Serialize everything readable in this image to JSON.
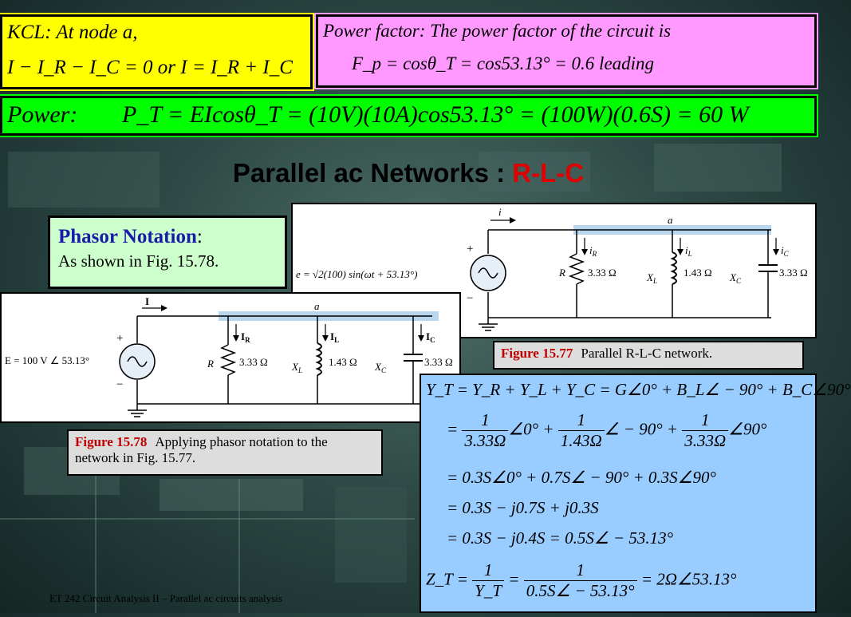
{
  "kcl": {
    "line1": "KCL:    At node a,",
    "line2": "I − I_R − I_C = 0   or   I = I_R + I_C"
  },
  "power_factor": {
    "line1": "Power  factor:   The  power  factor of  the circuit  is",
    "line2": "F_p = cosθ_T = cos53.13° = 0.6 leading"
  },
  "power": {
    "label": "Power:",
    "expression": "P_T = EIcosθ_T = (10V)(10A)cos53.13° = (100W)(0.6S) = 60 W"
  },
  "title": {
    "main": "Parallel ac Networks : ",
    "accent": "R-L-C"
  },
  "phasor_notation": {
    "heading": "Phasor Notation",
    "colon": ":",
    "text": "As shown in Fig. 15.78."
  },
  "figure_77": {
    "source_label": "e = √2(100) sin(ωt + 53.13°)",
    "current_label": "i",
    "node_label": "a",
    "ir_label": "i",
    "ir_sub": "R",
    "il_label": "i",
    "il_sub": "L",
    "ic_label": "i",
    "ic_sub": "C",
    "r_label": "R",
    "r_value": "3.33 Ω",
    "xl_label": "X",
    "xl_sub": "L",
    "xl_value": "1.43 Ω",
    "xc_label": "X",
    "xc_sub": "C",
    "xc_value": "3.33 Ω",
    "plus": "+",
    "minus": "−",
    "caption_label": "Figure 15.77",
    "caption_text": "Parallel R-L-C network."
  },
  "figure_78": {
    "source_label": "E  =  100 V ∠ 53.13°",
    "current_label": "I",
    "node_label": "a",
    "ir_label": "I",
    "ir_sub": "R",
    "il_label": "I",
    "il_sub": "L",
    "ic_label": "I",
    "ic_sub": "C",
    "r_label": "R",
    "r_value": "3.33 Ω",
    "xl_label": "X",
    "xl_sub": "L",
    "xl_value": "1.43 Ω",
    "xc_label": "X",
    "xc_sub": "C",
    "xc_value": "3.33 Ω",
    "plus": "+",
    "minus": "−",
    "caption_label": "Figure 15.78",
    "caption_text": "Applying phasor notation to the network in Fig. 15.77."
  },
  "admittance": {
    "line1": "Y_T = Y_R + Y_L + Y_C = G∠0° + B_L∠ − 90° + B_C∠90°",
    "line2_prefix": "=",
    "line2_t1_num": "1",
    "line2_t1_den": "3.33Ω",
    "line2_t1_ang": "∠0° +",
    "line2_t2_num": "1",
    "line2_t2_den": "1.43Ω",
    "line2_t2_ang": "∠ − 90° +",
    "line2_t3_num": "1",
    "line2_t3_den": "3.33Ω",
    "line2_t3_ang": "∠90°",
    "line3": "= 0.3S∠0° + 0.7S∠ − 90° + 0.3S∠90°",
    "line4": "= 0.3S − j0.7S + j0.3S",
    "line5": "= 0.3S − j0.4S = 0.5S∠ − 53.13°",
    "zt_lhs": "Z_T =",
    "zt_f1_num": "1",
    "zt_f1_den": "Y_T",
    "zt_eq": "=",
    "zt_f2_num": "1",
    "zt_f2_den": "0.5S∠ − 53.13°",
    "zt_result": "= 2Ω∠53.13°"
  },
  "footer": "ET 242 Circuit Analysis II – Parallel ac circuits analysis"
}
